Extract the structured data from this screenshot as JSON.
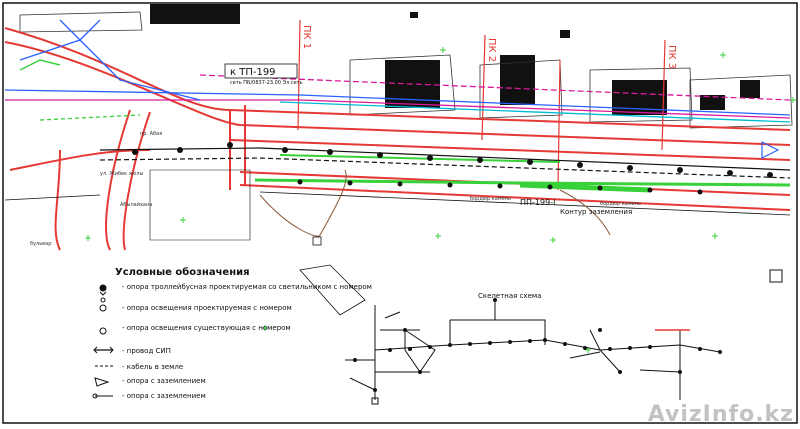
{
  "plan": {
    "pk_labels": [
      "ПК 1",
      "ПК 2",
      "ПК 3"
    ],
    "tp_label": "к ТП-199",
    "tp_sub": "сеть ПБ/0837-23.00 Эл.сеть",
    "pp_label": "ПП-199-I",
    "ground_label": "Контур заземления",
    "street_labels": [
      "Абылайхана",
      "бульвар",
      "пр. Абая",
      "ул. Жибек жолы",
      "бордюр камень",
      "бордюр камень"
    ]
  },
  "legend": {
    "title": "Условные обозначения",
    "items": [
      "- опора троллейбусная проектируемая со светильником с номером",
      "- опора освещения проектируемая с номером",
      "- опора освещения существующая с номером",
      "- провод СИП",
      "- кабель в земле",
      "- опора с заземлением",
      "- опора с заземлением"
    ]
  },
  "schematic": {
    "title": "Скелетная схема"
  },
  "watermark": "AvizInfo.kz",
  "colors": {
    "road_red": "#e53935",
    "cable_green": "#38d13a",
    "line_blue": "#2962ff",
    "line_magenta": "#d81b9a",
    "line_black": "#111111",
    "brown": "#8d5a3b",
    "cyan": "#00bcd4"
  }
}
